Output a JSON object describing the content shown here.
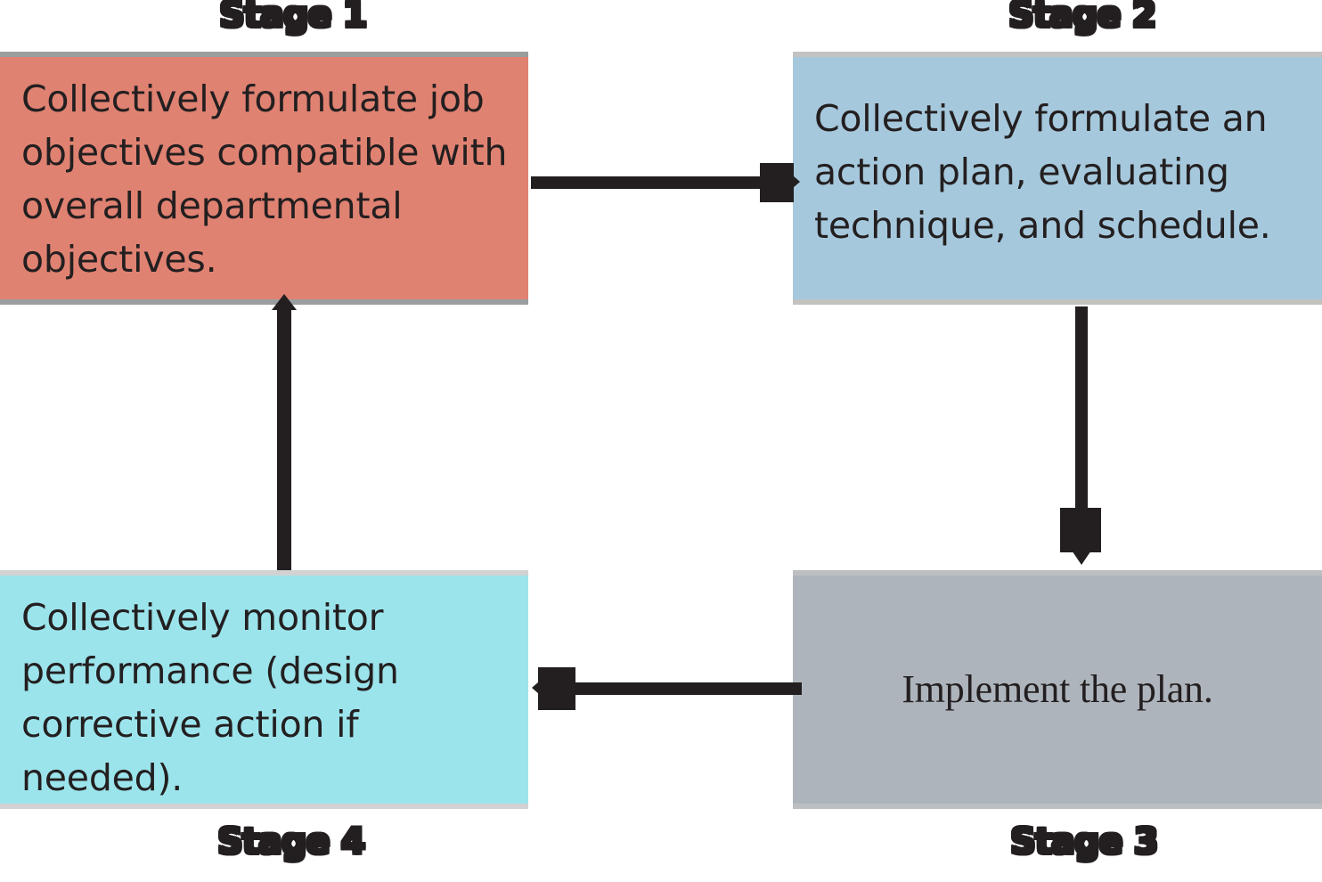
{
  "diagram": {
    "title": "Management by Objectives four-stage cycle",
    "background_color": "#ffffff",
    "text_color": "#231f20",
    "arrow_color": "#231f20"
  },
  "stages": [
    {
      "id": "stage1",
      "label": "Stage 1",
      "label_position": "top-left",
      "text": "Collectively formulate job objectives compatible with overall departmental objectives.",
      "fill_color": "#e08272",
      "border_color": "#9b9e9f",
      "text_align": "left"
    },
    {
      "id": "stage2",
      "label": "Stage 2",
      "label_position": "top-right",
      "text": "Collectively formulate an action plan, evaluating technique, and schedule.",
      "fill_color": "#a6c8dc",
      "border_color": "#c2c3c1",
      "text_align": "left"
    },
    {
      "id": "stage3",
      "label": "Stage 3",
      "label_position": "bottom-right",
      "text": "Implement the plan.",
      "fill_color": "#aeb4bb",
      "border_color": "#bcbfc1",
      "text_align": "center"
    },
    {
      "id": "stage4",
      "label": "Stage 4",
      "label_position": "bottom-left",
      "text": "Collectively monitor performance (design corrective action if needed).",
      "fill_color": "#9ce4ec",
      "border_color": "#d2d2d2",
      "text_align": "left"
    }
  ],
  "connectors": [
    {
      "id": "arrow-1-2",
      "from": "stage1",
      "to": "stage2",
      "direction": "right",
      "orientation": "horizontal"
    },
    {
      "id": "arrow-2-3",
      "from": "stage2",
      "to": "stage3",
      "direction": "down",
      "orientation": "vertical"
    },
    {
      "id": "arrow-3-4",
      "from": "stage3",
      "to": "stage4",
      "direction": "left",
      "orientation": "horizontal"
    },
    {
      "id": "arrow-4-1",
      "from": "stage4",
      "to": "stage1",
      "direction": "up",
      "orientation": "vertical"
    }
  ]
}
